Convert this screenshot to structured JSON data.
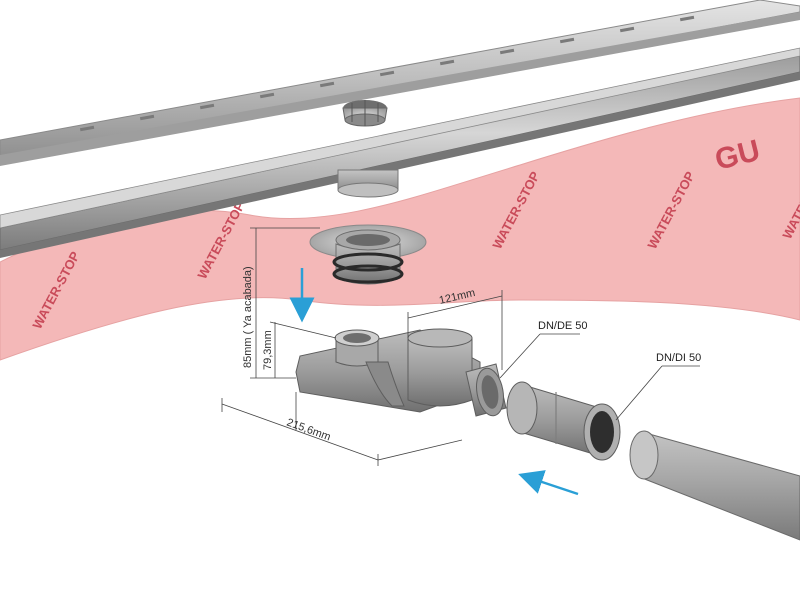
{
  "membrane": {
    "brand_text": "WATER-STOP",
    "edge_text": "GU",
    "colors": {
      "fill": "#f4b8b8",
      "print": "#c94b5a"
    }
  },
  "dimensions": {
    "width_label": "215,6mm",
    "outlet_offset_label": "121mm",
    "height_total_label": "85mm ( Ya acabada)",
    "height_body_label": "79,3mm"
  },
  "callouts": {
    "outlet_label": "DN/DE 50",
    "coupling_label": "DN/DI 50"
  },
  "colors": {
    "arrow": "#2a9fd6",
    "steel": "#c8c8c8",
    "pvc": "#9a9a9a"
  }
}
